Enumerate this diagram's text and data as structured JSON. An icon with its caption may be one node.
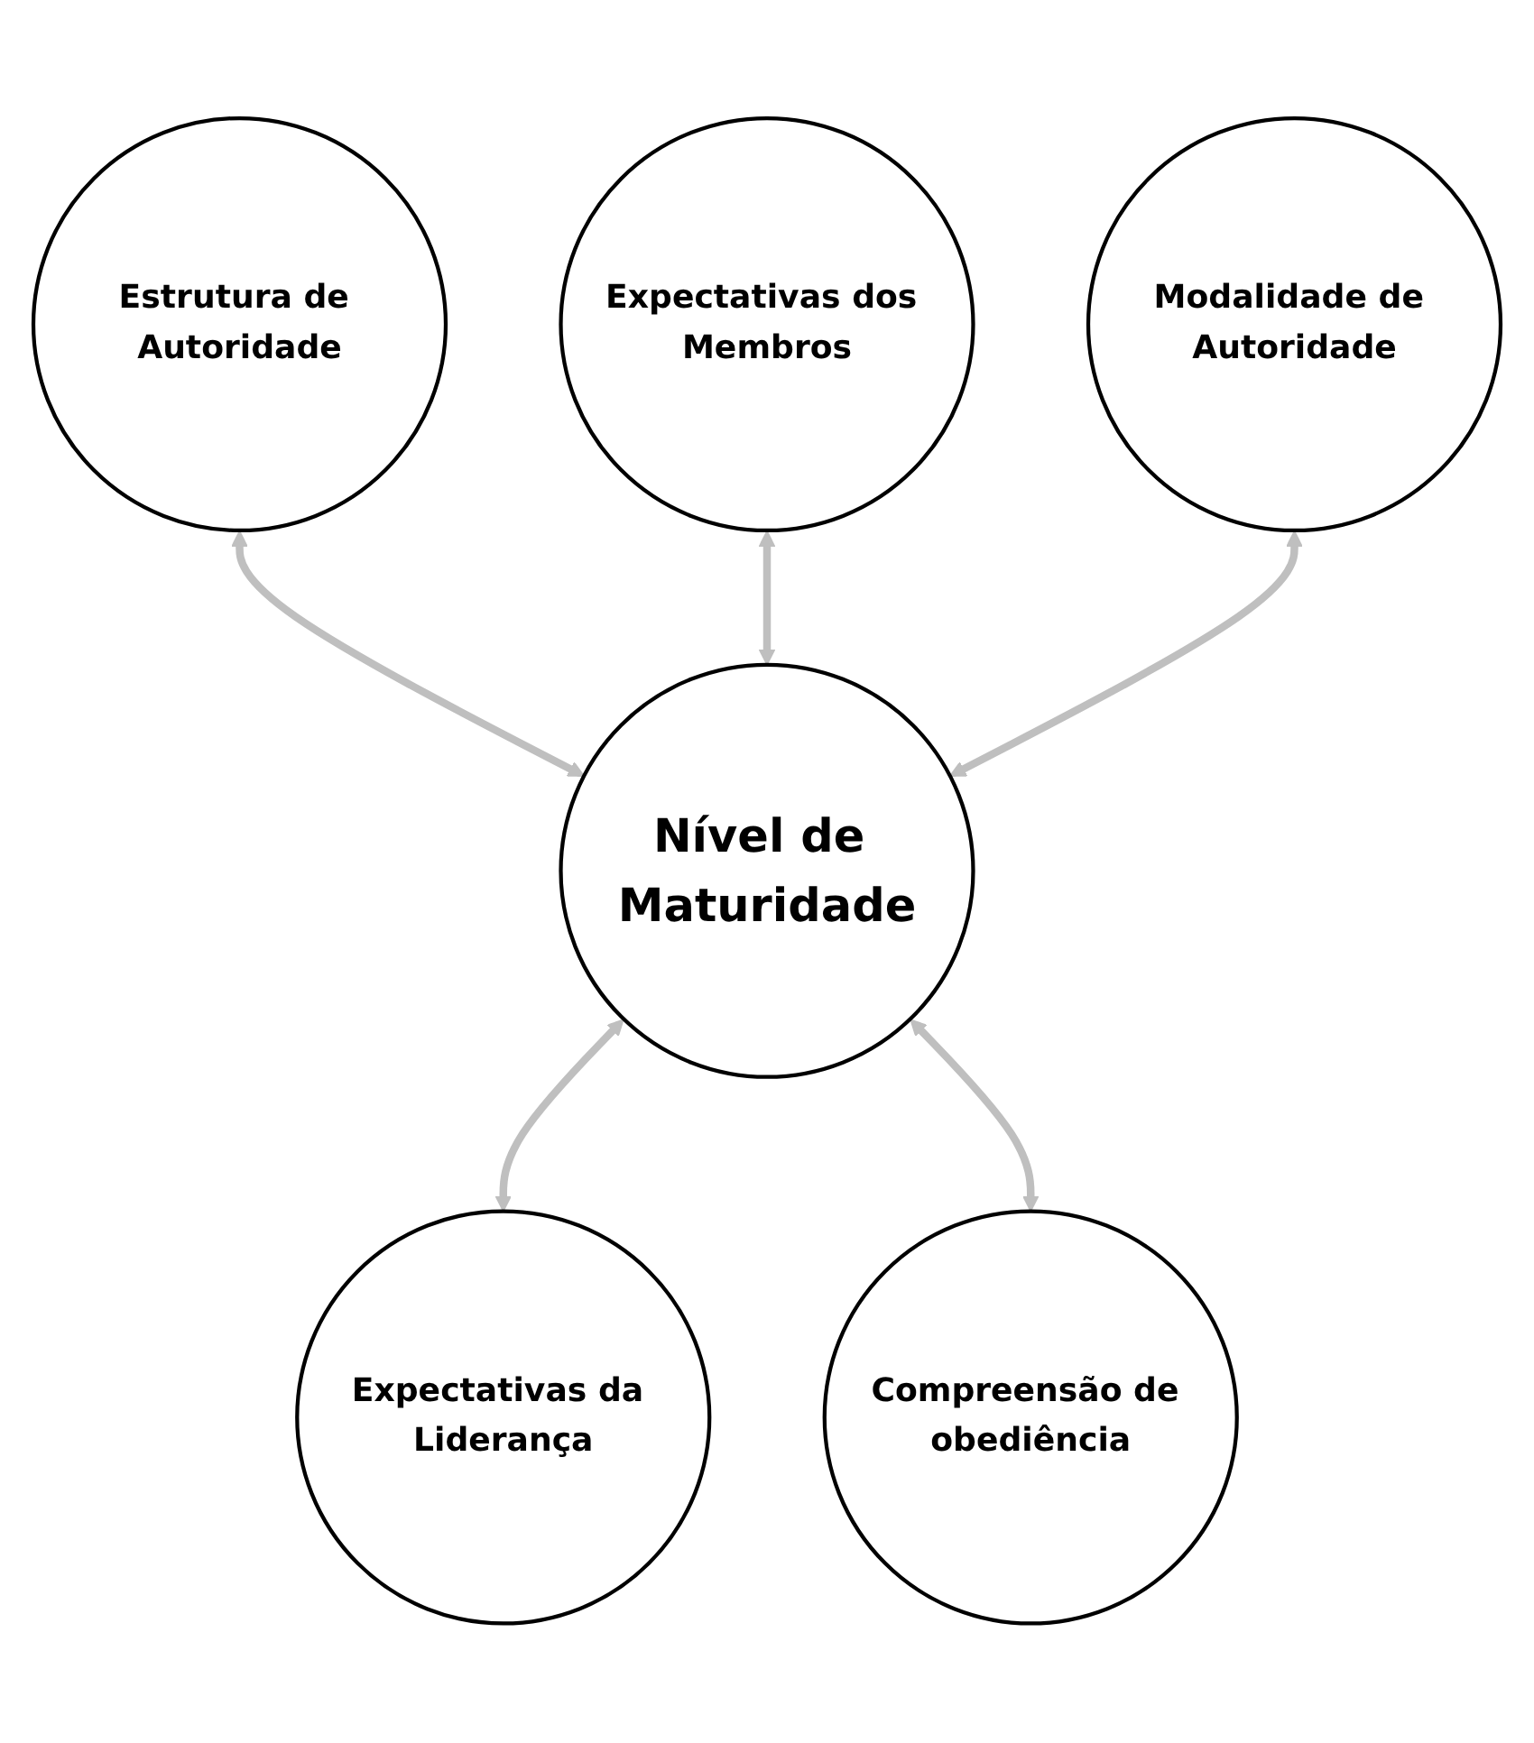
{
  "diagram": {
    "nodes": [
      {
        "text": [
          "Estrutura de Autoridade"
        ]
      },
      {
        "text": [
          "Expectativas dos Membros"
        ]
      },
      {
        "text": [
          "Modalidade de Autoridade"
        ]
      },
      {
        "text": [
          "Nível de Maturidade"
        ]
      },
      {
        "text": [
          "Expectativas da Liderança"
        ]
      },
      {
        "text": [
          "Compreensão de obediência"
        ]
      }
    ],
    "edges": [
      {
        "from": 0,
        "to": 3,
        "arrow": "both"
      },
      {
        "from": 1,
        "to": 3,
        "arrow": "both"
      },
      {
        "from": 2,
        "to": 3,
        "arrow": "both"
      },
      {
        "from": 3,
        "to": 4,
        "arrow": "both"
      },
      {
        "from": 3,
        "to": 5,
        "arrow": "both"
      }
    ]
  }
}
